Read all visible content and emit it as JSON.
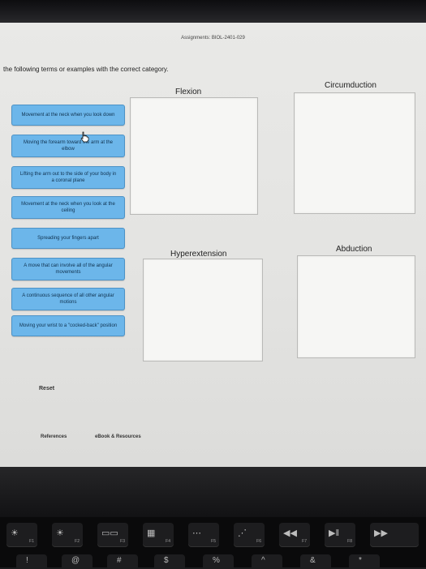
{
  "header": {
    "title": "Assignments: BIOL-2401-029"
  },
  "instruction": "the following terms or examples with the correct category.",
  "terms": [
    {
      "label": "Movement at the neck when you look down"
    },
    {
      "label": "Moving the forearm toward the arm at the elbow"
    },
    {
      "label": "Lifting the arm out to the side of your body in a coronal plane"
    },
    {
      "label": "Movement at the neck when you look at the ceiling"
    },
    {
      "label": "Spreading your fingers apart"
    },
    {
      "label": "A move that can involve all of the angular movements"
    },
    {
      "label": "A continuous sequence of all other angular motions"
    },
    {
      "label": "Moving your wrist to a \"cocked-back\" position"
    }
  ],
  "categories": {
    "flexion": "Flexion",
    "circumduction": "Circumduction",
    "hyperextension": "Hyperextension",
    "abduction": "Abduction"
  },
  "reset_label": "Reset",
  "footer": {
    "references": "References",
    "ebook": "eBook & Resources"
  },
  "keyboard": {
    "fkeys": [
      {
        "icon": "☀",
        "label": "F1"
      },
      {
        "icon": "☀",
        "label": "F2"
      },
      {
        "icon": "▭▭",
        "label": "F3"
      },
      {
        "icon": "▦",
        "label": "F4"
      },
      {
        "icon": "⋯",
        "label": "F5"
      },
      {
        "icon": "⋰",
        "label": "F6"
      },
      {
        "icon": "◀◀",
        "label": "F7"
      },
      {
        "icon": "▶‖",
        "label": "F8"
      },
      {
        "icon": "▶▶",
        "label": ""
      }
    ],
    "numkeys": [
      "!",
      "@",
      "#",
      "$",
      "%",
      "^",
      "&",
      "*"
    ]
  }
}
